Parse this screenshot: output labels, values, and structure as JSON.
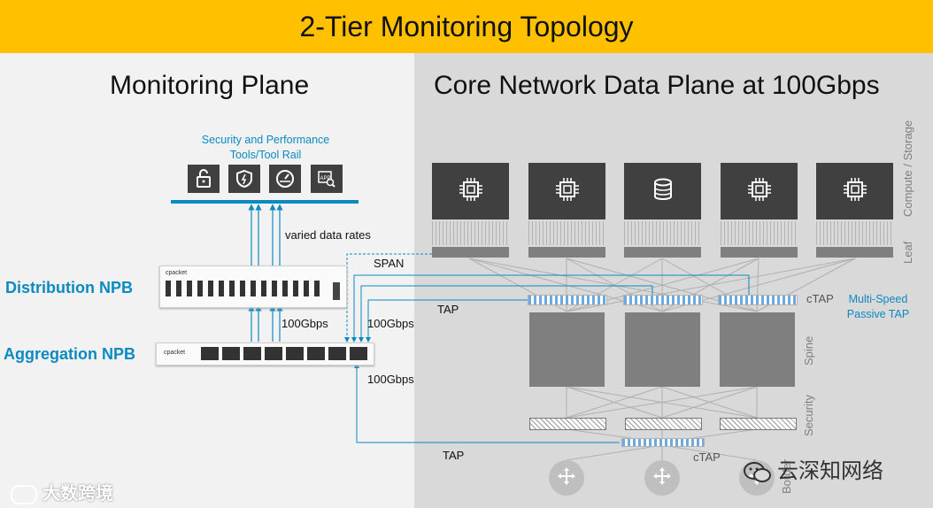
{
  "title": "2-Tier Monitoring Topology",
  "monitoring_plane": {
    "heading": "Monitoring Plane",
    "tool_rail_line1": "Security and Performance",
    "tool_rail_line2": "Tools/Tool Rail",
    "tool_icons": [
      "lock-icon",
      "shield-icon",
      "gauge-icon",
      "app-search-icon"
    ],
    "varied_rates": "varied data rates",
    "distribution_label": "Distribution NPB",
    "aggregation_label": "Aggregation NPB",
    "rate_100g_dist": "100Gbps",
    "rate_100g_span": "100Gbps",
    "rate_100g_bottom": "100Gbps",
    "span_label": "SPAN",
    "tap_label_top": "TAP",
    "tap_label_bottom": "TAP",
    "brand": "cpacket"
  },
  "core_plane": {
    "heading": "Core Network Data Plane at 100Gbps",
    "servers": [
      "cpu-icon",
      "cpu-icon",
      "database-icon",
      "cpu-icon",
      "cpu-icon"
    ],
    "layer_compute": "Compute / Storage",
    "layer_leaf": "Leaf",
    "layer_spine": "Spine",
    "layer_security": "Security",
    "layer_border": "Border",
    "ctap_top": "cTAP",
    "ctap_bottom": "cTAP",
    "multispeed_line1": "Multi-Speed",
    "multispeed_line2": "Passive TAP"
  },
  "watermarks": {
    "left": "大数跨境",
    "right": "云深知网络"
  },
  "colors": {
    "title_bg": "#ffc000",
    "accent_blue": "#0b8ac2",
    "server_dark": "#404040"
  }
}
